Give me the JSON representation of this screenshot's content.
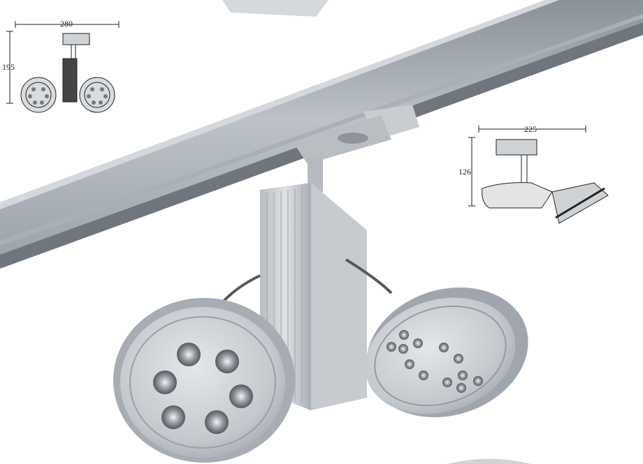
{
  "drawings": {
    "front_view": {
      "width_label": "280",
      "height_label": "195"
    },
    "side_view": {
      "width_label": "225",
      "height_label": "126"
    }
  },
  "colors": {
    "background": "#ffffff",
    "aluminium": "#c4c8cd",
    "aluminium_dark": "#8c9299",
    "track": "#9aa1a8",
    "line": "#222222"
  },
  "icons": {
    "left_lamp": "led-module-6-icon",
    "right_lamp": "led-module-12-icon"
  }
}
